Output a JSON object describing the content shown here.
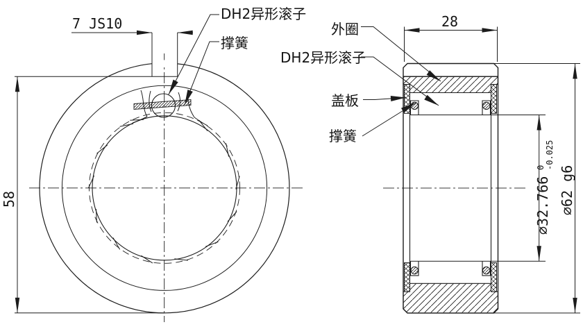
{
  "front_view": {
    "dimensions": {
      "keyway_width": "7 JS10",
      "keyway_depth": "58"
    },
    "labels": {
      "roller": "DH2异形滚子",
      "spring": "撑簧"
    }
  },
  "section_view": {
    "dimensions": {
      "width": "28",
      "bore_value": "∅32.766",
      "bore_tol_upper": "0",
      "bore_tol_lower": "-0.025",
      "outer_diameter": "∅62 g6"
    },
    "labels": {
      "outer_ring": "外圈",
      "roller": "DH2异形滚子",
      "cover_plate": "盖板",
      "spring": "撑簧"
    }
  },
  "colors": {
    "line": "#1c1c1c",
    "background": "#ffffff"
  }
}
